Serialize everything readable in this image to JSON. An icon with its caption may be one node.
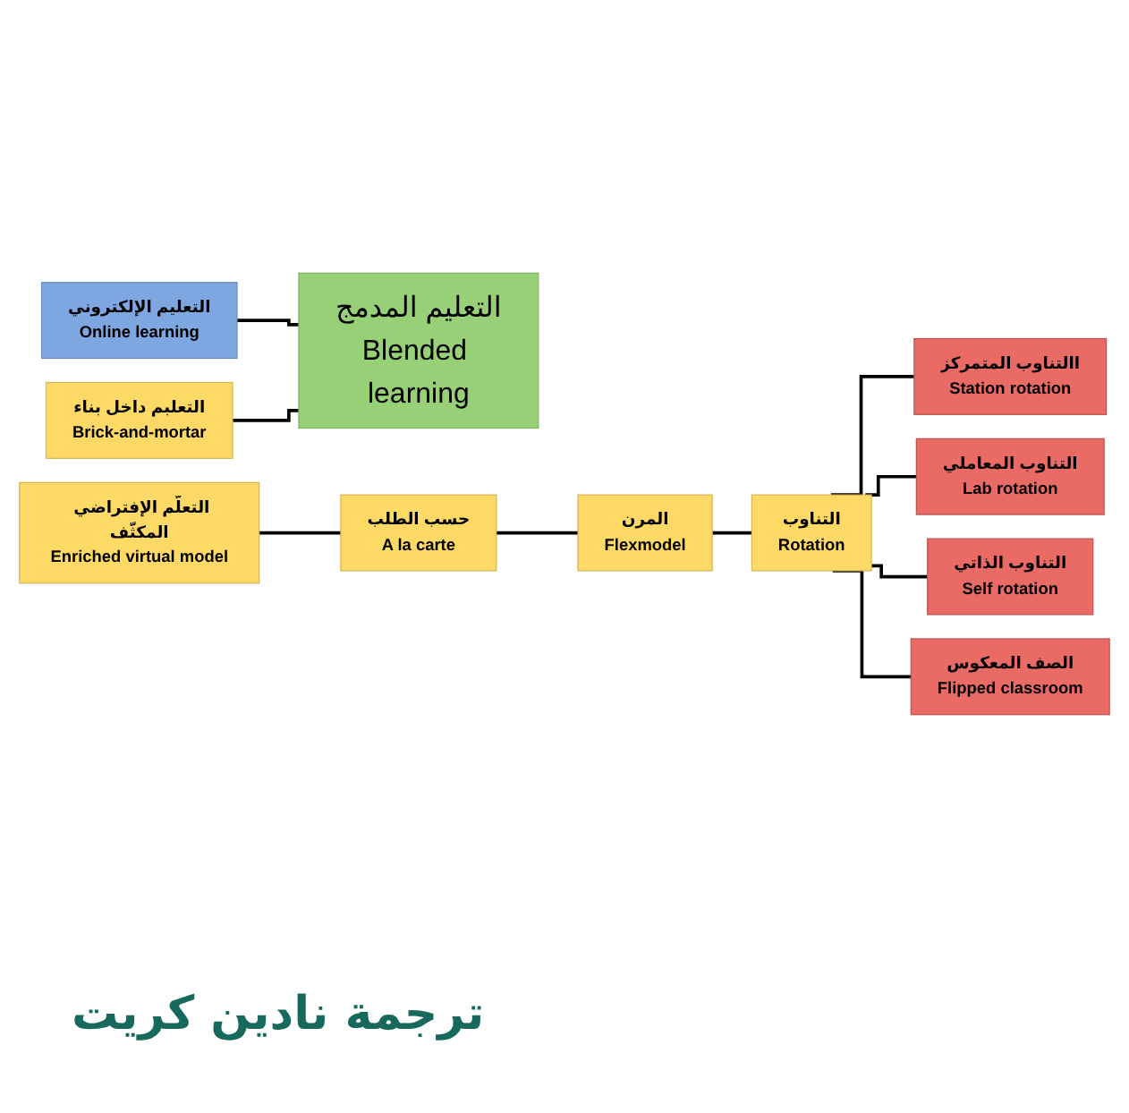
{
  "diagram": {
    "nodes": [
      {
        "text": [
          "التعليم الإلكتروني",
          "Online learning"
        ]
      },
      {
        "text": [
          "التعلبم داخل بناء",
          "Brick-and-mortar"
        ]
      },
      {
        "text": [
          "التعليم المدمج",
          "Blended learning"
        ]
      },
      {
        "text": [
          "التعلّم الإفتراضي المكثّف",
          "Enriched virtual model"
        ]
      },
      {
        "text": [
          "حسب الطلب",
          "A la carte"
        ]
      },
      {
        "text": [
          "المرن",
          "Flexmodel"
        ]
      },
      {
        "text": [
          "التناوب",
          "Rotation"
        ]
      },
      {
        "text": [
          "االتناوب المتمركز",
          "Station rotation"
        ]
      },
      {
        "text": [
          "التناوب المعاملي",
          "Lab rotation"
        ]
      },
      {
        "text": [
          "التناوب الذاتي",
          "Self rotation"
        ]
      },
      {
        "text": [
          "الصف المعكوس",
          "Flipped classroom"
        ]
      }
    ],
    "edges": [
      {
        "from": 0,
        "to": 2,
        "arrow": "none"
      },
      {
        "from": 1,
        "to": 2,
        "arrow": "none"
      },
      {
        "from": 3,
        "to": 4,
        "arrow": "none"
      },
      {
        "from": 4,
        "to": 5,
        "arrow": "none"
      },
      {
        "from": 5,
        "to": 6,
        "arrow": "none"
      },
      {
        "from": 6,
        "to": 7,
        "arrow": "none"
      },
      {
        "from": 6,
        "to": 8,
        "arrow": "none"
      },
      {
        "from": 6,
        "to": 9,
        "arrow": "none"
      },
      {
        "from": 6,
        "to": 10,
        "arrow": "none"
      }
    ],
    "labels": [
      "ترجمة نادين كريت"
    ]
  }
}
